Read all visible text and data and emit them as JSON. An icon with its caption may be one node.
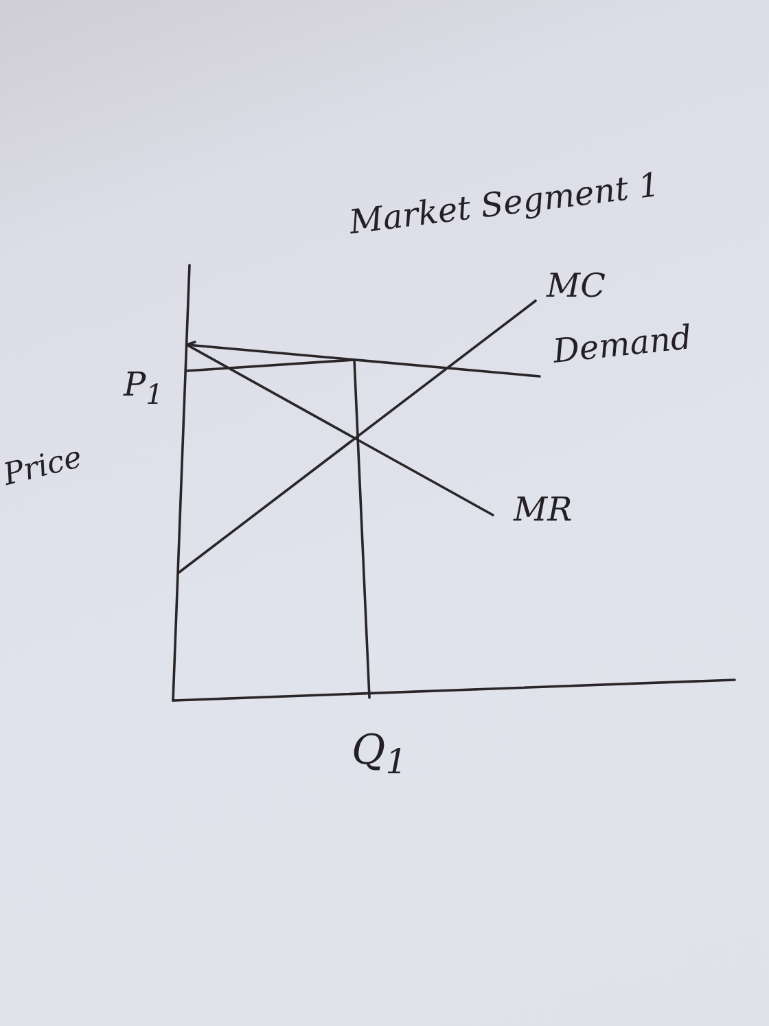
{
  "diagram": {
    "title": "Market Segment 1",
    "labels": [
      "MC",
      "Demand",
      "P$_{1}$",
      "Price",
      "MR",
      "Q$_{1}$"
    ]
  }
}
